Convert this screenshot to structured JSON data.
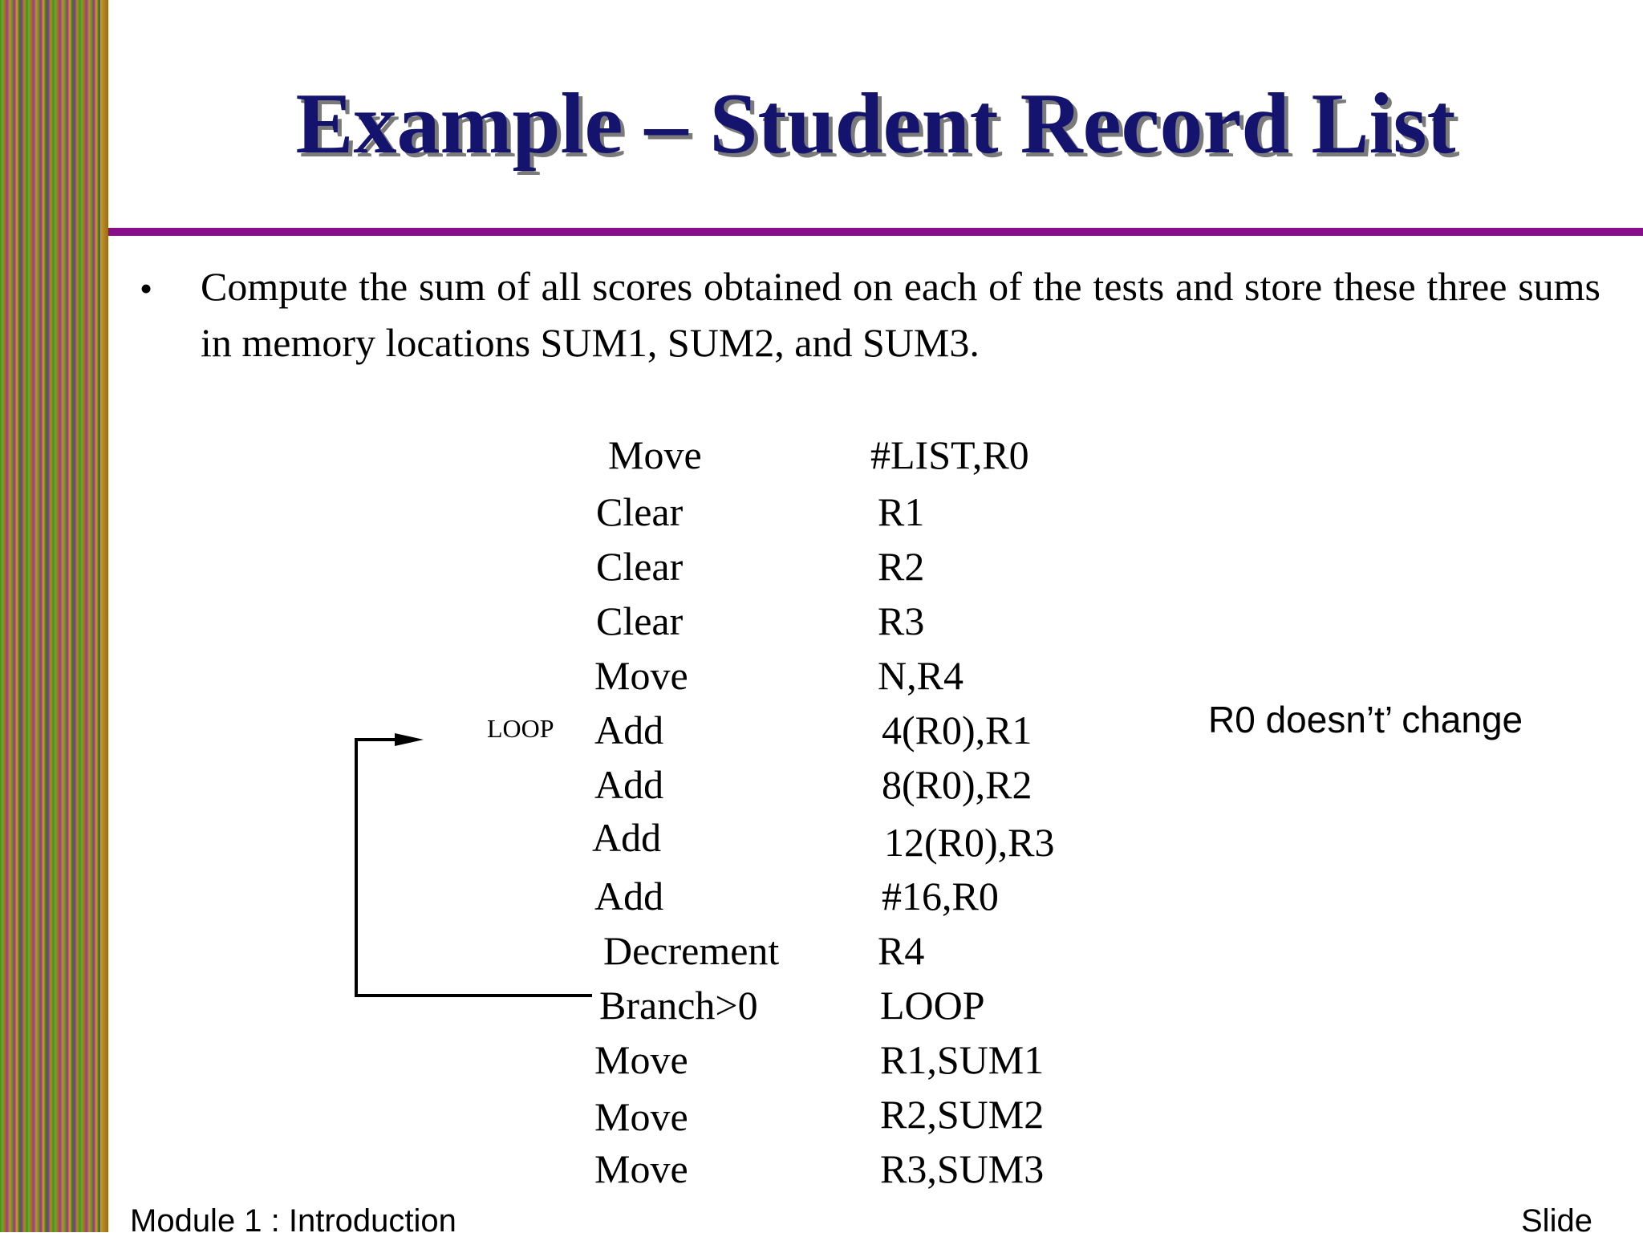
{
  "slide": {
    "title": "Example – Student Record List",
    "bullet": "Compute the sum of all scores obtained on each of the tests and store these three sums in memory locations SUM1, SUM2, and SUM3.",
    "loop_label": "LOOP",
    "note": "R0 doesn’t’ change",
    "footer_left": "Module 1 : Introduction",
    "footer_right": "Slide",
    "program": [
      {
        "op": "Move",
        "arg": "#LIST,R0"
      },
      {
        "op": "Clear",
        "arg": "R1"
      },
      {
        "op": "Clear",
        "arg": "R2"
      },
      {
        "op": "Clear",
        "arg": "R3"
      },
      {
        "op": "Move",
        "arg": "N,R4"
      },
      {
        "op": "Add",
        "arg": "4(R0),R1"
      },
      {
        "op": "Add",
        "arg": "8(R0),R2"
      },
      {
        "op": "Add",
        "arg": "12(R0),R3"
      },
      {
        "op": "Add",
        "arg": "#16,R0"
      },
      {
        "op": "Decrement",
        "arg": "R4"
      },
      {
        "op": "Branch>0",
        "arg": "LOOP"
      },
      {
        "op": "Move",
        "arg": "R1,SUM1"
      },
      {
        "op": "Move",
        "arg": "R2,SUM2"
      },
      {
        "op": "Move",
        "arg": "R3,SUM3"
      }
    ]
  }
}
